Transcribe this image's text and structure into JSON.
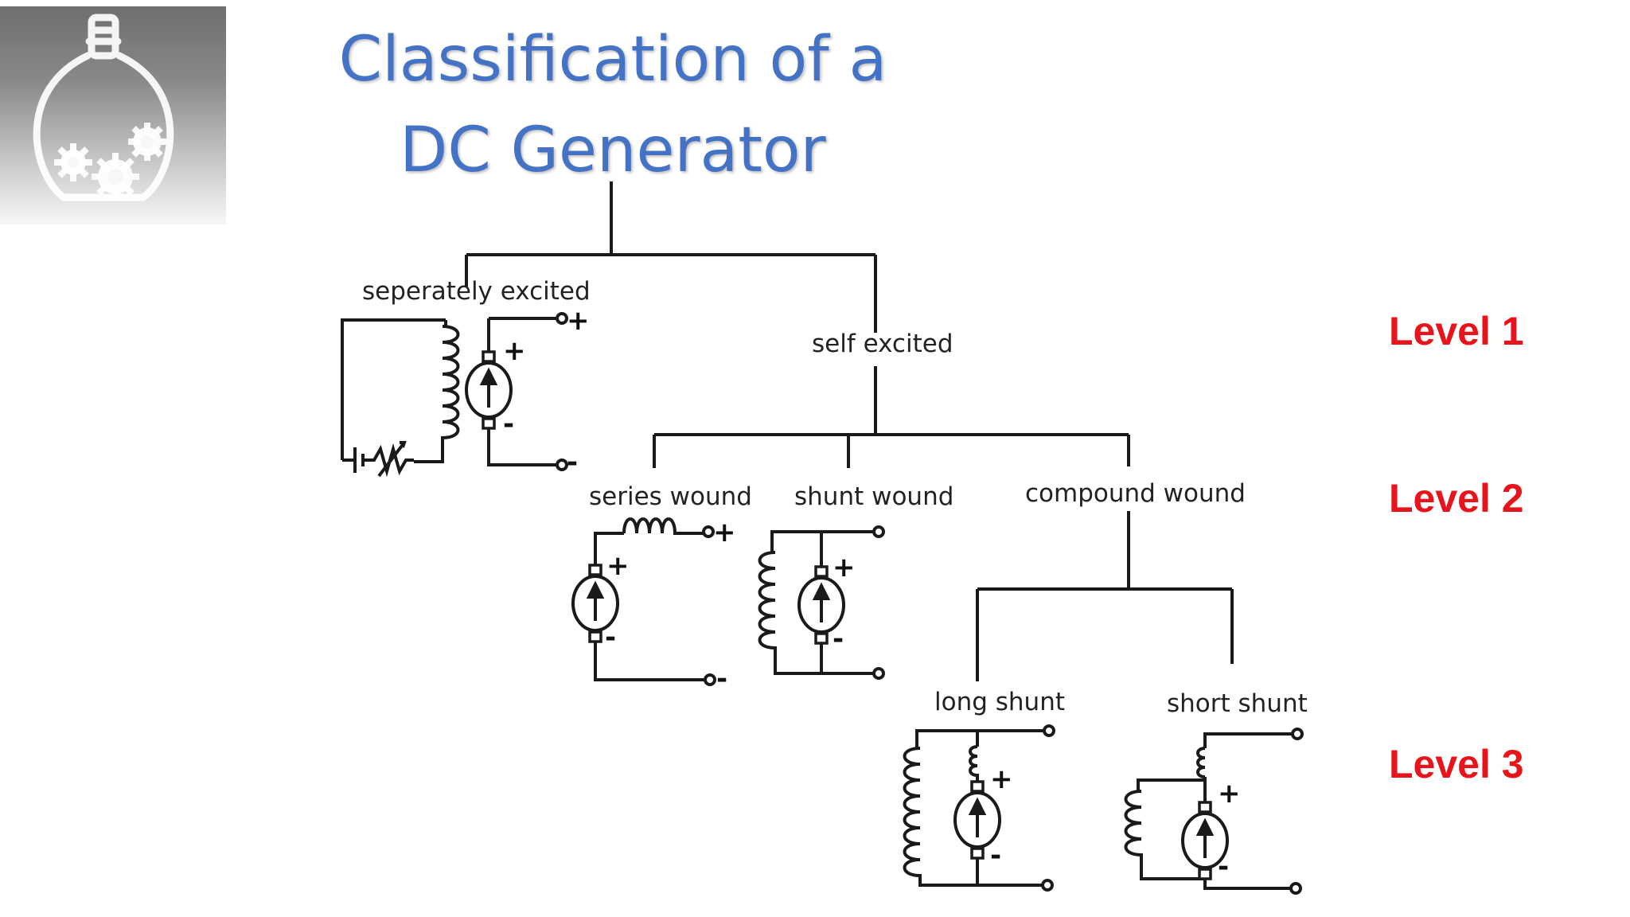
{
  "title": {
    "line1": "Classification of a",
    "line2": "DC Generator"
  },
  "logo": {
    "icon": "lightbulb-gears-icon"
  },
  "levels": [
    {
      "label": "Level 1"
    },
    {
      "label": "Level 2"
    },
    {
      "label": "Level 3"
    }
  ],
  "nodes": {
    "separately_excited": "seperately excited",
    "self_excited": "self excited",
    "series_wound": "series wound",
    "shunt_wound": "shunt wound",
    "compound_wound": "compound wound",
    "long_shunt": "long shunt",
    "short_shunt": "short shunt"
  },
  "terminals": {
    "positive": "+",
    "negative": "-"
  },
  "colors": {
    "title": "#4472c4",
    "level": "#e8141c",
    "line": "#1a1a1a"
  }
}
